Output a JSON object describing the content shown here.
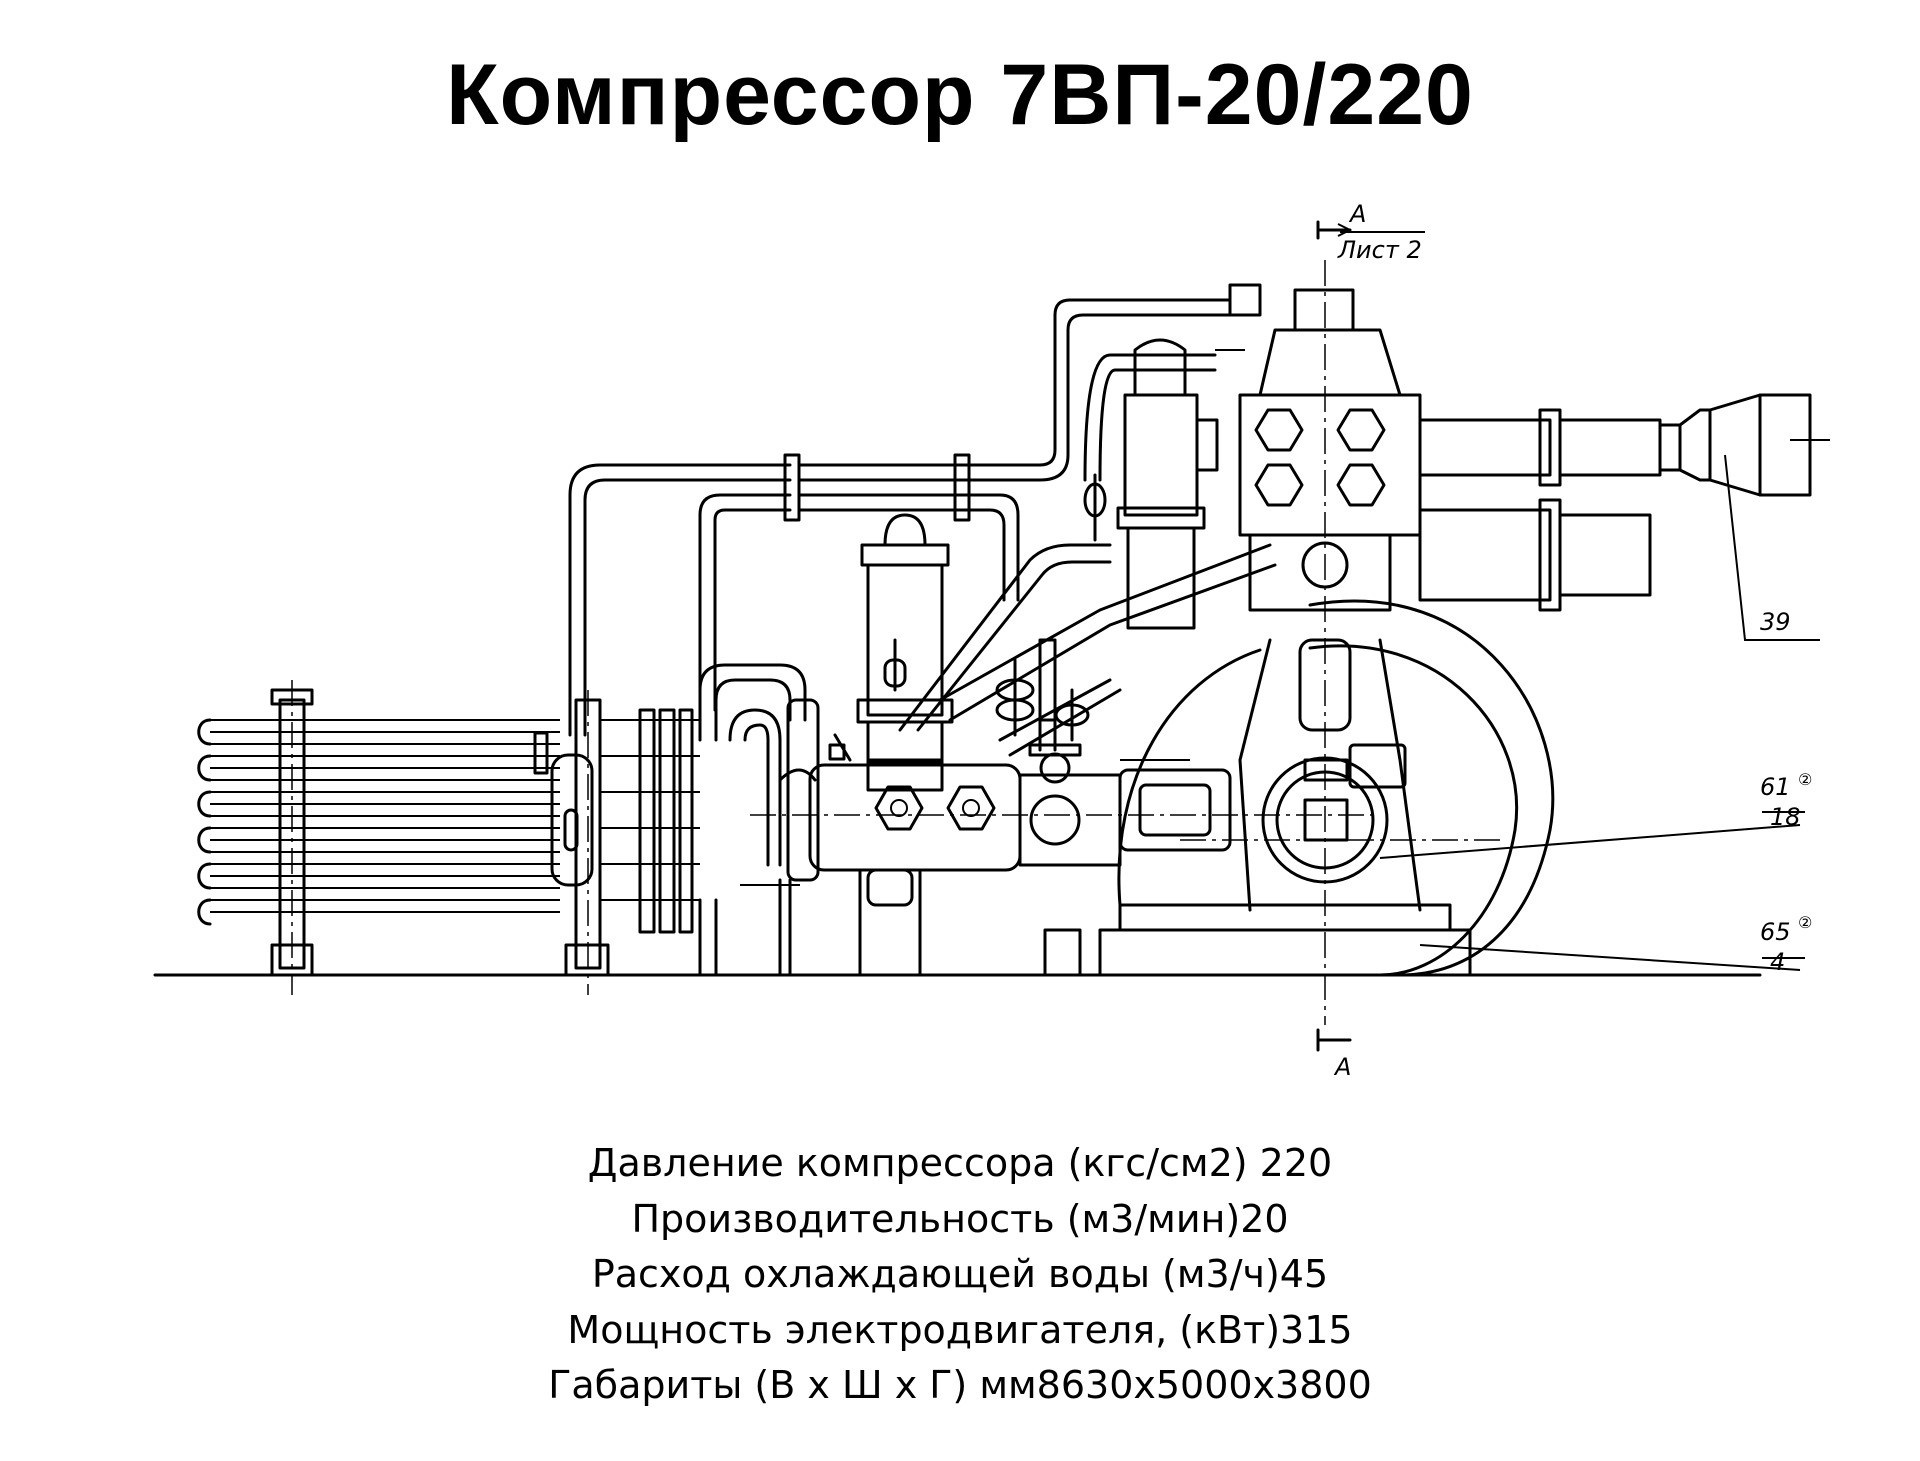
{
  "title": "Компрессор 7ВП-20/220",
  "drawing": {
    "section_mark_top": "А",
    "section_sheet": "Лист 2",
    "section_mark_bottom": "А",
    "callouts": [
      {
        "id": "39",
        "text": "39"
      },
      {
        "id": "61",
        "text": "61",
        "sup": "②"
      },
      {
        "id": "18",
        "text": "18"
      },
      {
        "id": "65",
        "text": "65",
        "sup": "②"
      },
      {
        "id": "4",
        "text": "4"
      }
    ]
  },
  "specs": [
    "Давление компрессора (кгс/см2) 220",
    "Производительность (м3/мин)20",
    "Расход охлаждающей воды (м3/ч)45",
    "Мощность электродвигателя, (кВт)315",
    "Габариты (В х Ш х Г) мм8630х5000х3800"
  ]
}
